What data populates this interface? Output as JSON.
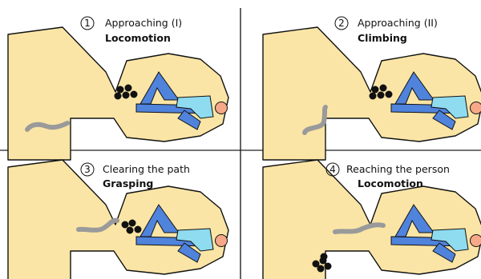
{
  "panels": [
    {
      "number": "1",
      "title": "Approaching (I)",
      "mode": "Locomotion"
    },
    {
      "number": "2",
      "title": "Approaching (II)",
      "mode": "Climbing"
    },
    {
      "number": "3",
      "title": "Clearing the path",
      "mode": "Grasping"
    },
    {
      "number": "4",
      "title": "Reaching the person",
      "mode": "Locomotion"
    }
  ],
  "colors": {
    "terrain": "#fae5a6",
    "outline": "#111111",
    "person_body": "#4f83dc",
    "person_shirt": "#8fdcf0",
    "person_head": "#f6a888",
    "robot": "#9a9a9a",
    "debris": "#111111",
    "divider": "#222222"
  }
}
